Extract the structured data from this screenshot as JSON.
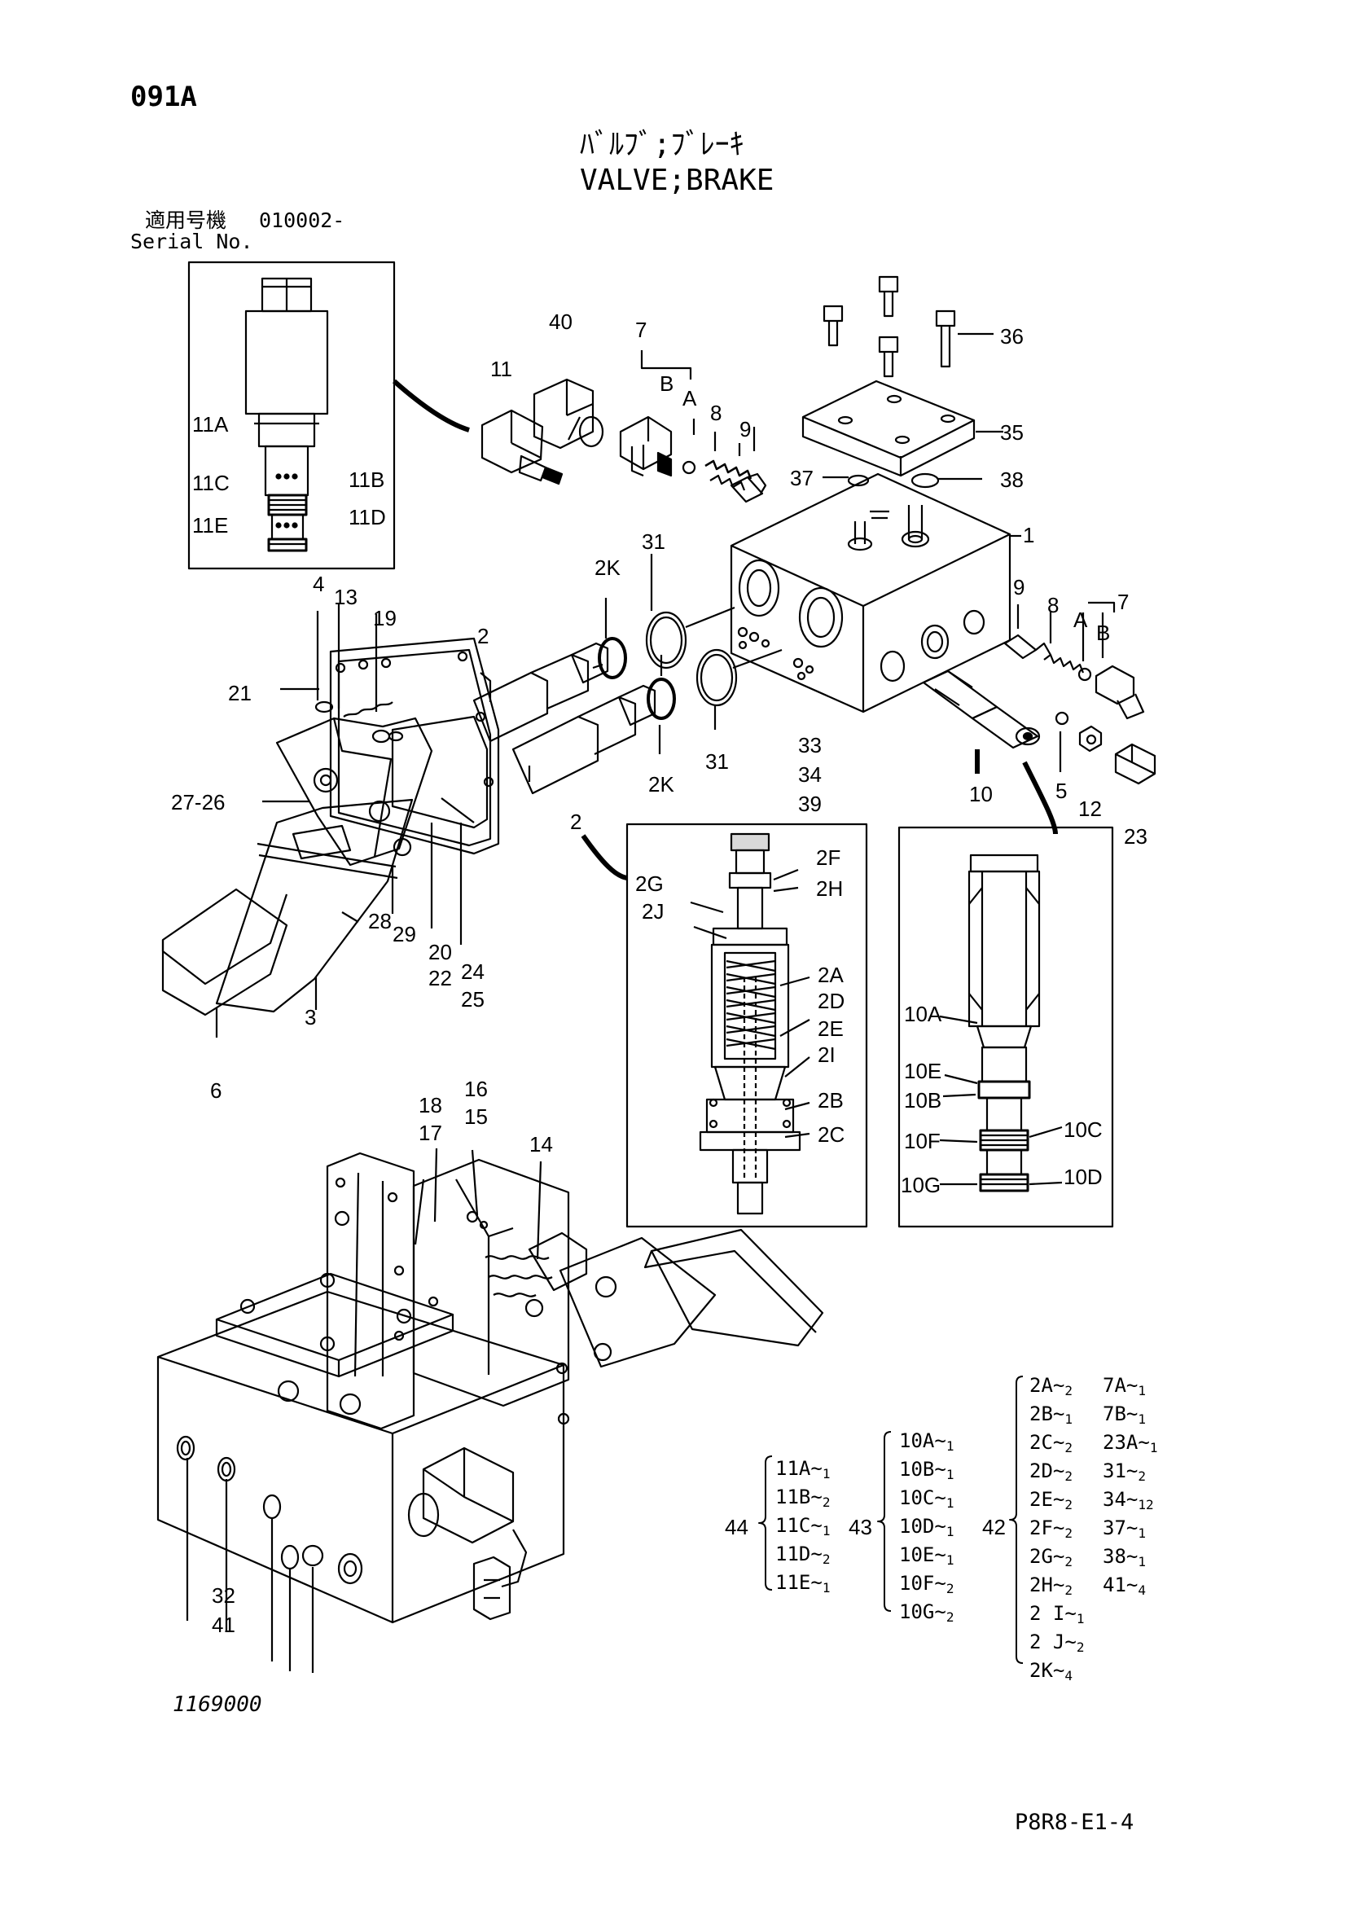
{
  "header": {
    "page_code": "091A",
    "title_jp": "ﾊﾞﾙﾌﾞ;ﾌﾞﾚｰｷ",
    "title_en": "VALVE;BRAKE",
    "serial_label_jp": "適用号機",
    "serial_value": "010002-",
    "serial_label_en": "Serial No."
  },
  "labels": [
    {
      "id": "l40",
      "text": "40"
    },
    {
      "id": "l7a",
      "text": "7"
    },
    {
      "id": "lBa",
      "text": "B"
    },
    {
      "id": "lAa",
      "text": "A"
    },
    {
      "id": "l8a",
      "text": "8"
    },
    {
      "id": "l9a",
      "text": "9"
    },
    {
      "id": "l11",
      "text": "11"
    },
    {
      "id": "l36",
      "text": "36"
    },
    {
      "id": "l35",
      "text": "35"
    },
    {
      "id": "l37",
      "text": "37"
    },
    {
      "id": "l38",
      "text": "38"
    },
    {
      "id": "l1",
      "text": "1"
    },
    {
      "id": "l11A",
      "text": "11A"
    },
    {
      "id": "l11C",
      "text": "11C"
    },
    {
      "id": "l11B",
      "text": "11B"
    },
    {
      "id": "l11E",
      "text": "11E"
    },
    {
      "id": "l11D",
      "text": "11D"
    },
    {
      "id": "l31a",
      "text": "31"
    },
    {
      "id": "l2Ka",
      "text": "2K"
    },
    {
      "id": "l2a",
      "text": "2"
    },
    {
      "id": "l4",
      "text": "4"
    },
    {
      "id": "l13",
      "text": "13"
    },
    {
      "id": "l19",
      "text": "19"
    },
    {
      "id": "l21",
      "text": "21"
    },
    {
      "id": "l9b",
      "text": "9"
    },
    {
      "id": "l8b",
      "text": "8"
    },
    {
      "id": "lAb",
      "text": "A"
    },
    {
      "id": "l7b",
      "text": "7"
    },
    {
      "id": "lBb",
      "text": "B"
    },
    {
      "id": "l33",
      "text": "33"
    },
    {
      "id": "l34",
      "text": "34"
    },
    {
      "id": "l39",
      "text": "39"
    },
    {
      "id": "l31b",
      "text": "31"
    },
    {
      "id": "l2Kb",
      "text": "2K"
    },
    {
      "id": "l10",
      "text": "10"
    },
    {
      "id": "l5",
      "text": "5"
    },
    {
      "id": "l12",
      "text": "12"
    },
    {
      "id": "l23",
      "text": "23"
    },
    {
      "id": "l2726",
      "text": "27-26"
    },
    {
      "id": "l2b",
      "text": "2"
    },
    {
      "id": "l28",
      "text": "28"
    },
    {
      "id": "l29",
      "text": "29"
    },
    {
      "id": "l20",
      "text": "20"
    },
    {
      "id": "l22",
      "text": "22"
    },
    {
      "id": "l24",
      "text": "24"
    },
    {
      "id": "l25",
      "text": "25"
    },
    {
      "id": "l3",
      "text": "3"
    },
    {
      "id": "l6",
      "text": "6"
    },
    {
      "id": "l2F",
      "text": "2F"
    },
    {
      "id": "l2H",
      "text": "2H"
    },
    {
      "id": "l2G",
      "text": "2G"
    },
    {
      "id": "l2J",
      "text": "2J"
    },
    {
      "id": "l2A",
      "text": "2A"
    },
    {
      "id": "l2D",
      "text": "2D"
    },
    {
      "id": "l2E",
      "text": "2E"
    },
    {
      "id": "l2I",
      "text": "2I"
    },
    {
      "id": "l2B",
      "text": "2B"
    },
    {
      "id": "l2C",
      "text": "2C"
    },
    {
      "id": "l10A",
      "text": "10A"
    },
    {
      "id": "l10E",
      "text": "10E"
    },
    {
      "id": "l10B",
      "text": "10B"
    },
    {
      "id": "l10F",
      "text": "10F"
    },
    {
      "id": "l10C",
      "text": "10C"
    },
    {
      "id": "l10G",
      "text": "10G"
    },
    {
      "id": "l10D",
      "text": "10D"
    },
    {
      "id": "l18",
      "text": "18"
    },
    {
      "id": "l17",
      "text": "17"
    },
    {
      "id": "l16",
      "text": "16"
    },
    {
      "id": "l15",
      "text": "15"
    },
    {
      "id": "l14",
      "text": "14"
    },
    {
      "id": "l32",
      "text": "32"
    },
    {
      "id": "l41",
      "text": "41"
    }
  ],
  "kits": {
    "k44": {
      "number": "44",
      "items": [
        [
          "11A",
          "1"
        ],
        [
          "11B",
          "2"
        ],
        [
          "11C",
          "1"
        ],
        [
          "11D",
          "2"
        ],
        [
          "11E",
          "1"
        ]
      ]
    },
    "k43": {
      "number": "43",
      "items": [
        [
          "10A",
          "1"
        ],
        [
          "10B",
          "1"
        ],
        [
          "10C",
          "1"
        ],
        [
          "10D",
          "1"
        ],
        [
          "10E",
          "1"
        ],
        [
          "10F",
          "2"
        ],
        [
          "10G",
          "2"
        ]
      ]
    },
    "k42": {
      "number": "42",
      "col1": [
        [
          "2A",
          "2"
        ],
        [
          "2B",
          "1"
        ],
        [
          "2C",
          "2"
        ],
        [
          "2D",
          "2"
        ],
        [
          "2E",
          "2"
        ],
        [
          "2F",
          "2"
        ],
        [
          "2G",
          "2"
        ],
        [
          "2H",
          "2"
        ],
        [
          "2 I",
          "1"
        ],
        [
          "2 J",
          "2"
        ],
        [
          "2K",
          "4"
        ]
      ],
      "col2": [
        [
          "7A",
          "1"
        ],
        [
          "7B",
          "1"
        ],
        [
          "23A",
          "1"
        ],
        [
          "31",
          "2"
        ],
        [
          "34",
          "12"
        ],
        [
          "37",
          "1"
        ],
        [
          "38",
          "1"
        ],
        [
          "41",
          "4"
        ]
      ]
    }
  },
  "footer": {
    "drawing_number": "1169000",
    "page_ref": "P8R8-E1-4"
  }
}
